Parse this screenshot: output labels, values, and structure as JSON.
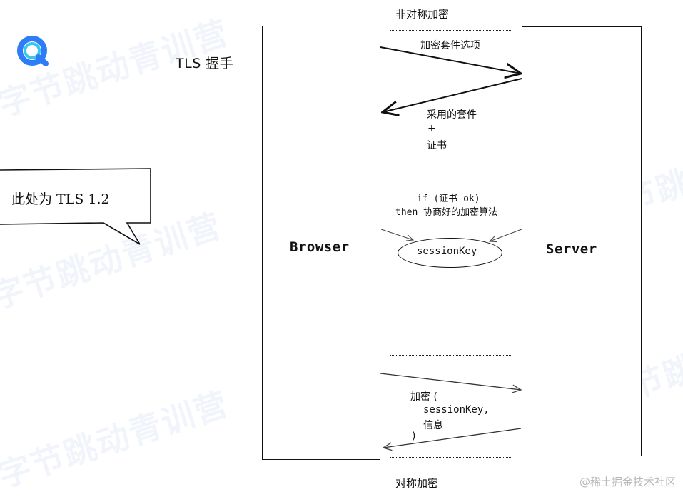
{
  "diagram": {
    "title": "TLS  握手",
    "participants": {
      "browser": "Browser",
      "server": "Server"
    },
    "regions": {
      "asymmetric": "非对称加密",
      "symmetric": "对称加密"
    },
    "messages": {
      "cipher_options": "加密套件选项",
      "adopted_suite": "采用的套件",
      "plus": "+",
      "certificate": "证书",
      "if_line": "if (证书 ok)",
      "then_line": "then 协商好的加密算法",
      "session_key": "sessionKey",
      "encrypt_line1": "加密 (",
      "encrypt_line2": "sessionKey,",
      "encrypt_line3": "信息",
      "encrypt_line4": ")"
    },
    "callout": "此处为 TLS 1.2"
  },
  "watermark": {
    "text": "字节跳动青训营"
  },
  "footer": {
    "credit": "@稀土掘金技术社区"
  },
  "colors": {
    "logo_blue": "#2f7df6",
    "logo_cyan": "#39c6f0",
    "watermark": "#78a0d7"
  }
}
